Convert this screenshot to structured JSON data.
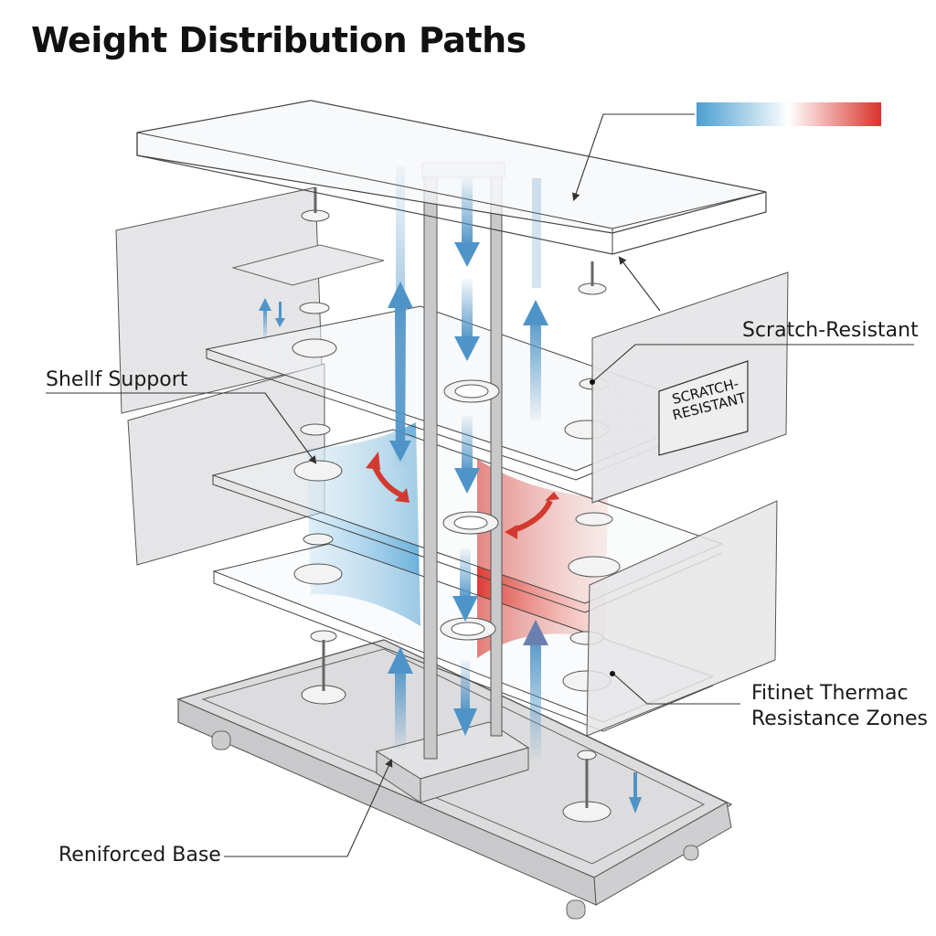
{
  "title": "Weight Distribution Paths",
  "legend": {
    "gradient_label": "",
    "cold_color": "#4a9fd1",
    "neutral_color": "#ffffff",
    "hot_color": "#d9332b"
  },
  "labels": {
    "shelf_support": "Shellf Support",
    "scratch_resistant": "Scratch-Resistant",
    "thermal_zones_line1": "Fitinet Thermac",
    "thermal_zones_line2": "Resistance Zones",
    "reinforced_base": "Reniforced Base"
  },
  "panel_sticker": {
    "line1": "SCRATCH-",
    "line2": "RESISTANT"
  },
  "colors": {
    "load_arrow": "#4f94c8",
    "flex_arrow": "#d23a30",
    "cold_zone": "#6fb3de",
    "hot_zone": "#d9443a",
    "panel_fill": "#e9e9ea",
    "outline": "#4a4a4a",
    "base_fill": "#d9d9db"
  },
  "components": [
    "top-glass-shelf",
    "middle-glass-shelf-1",
    "middle-glass-shelf-2",
    "middle-glass-shelf-3",
    "left-side-panel-upper",
    "left-side-panel-lower",
    "right-side-panel-upper",
    "right-side-panel-lower",
    "central-support-columns",
    "reinforced-base-plate",
    "leveling-feet"
  ]
}
